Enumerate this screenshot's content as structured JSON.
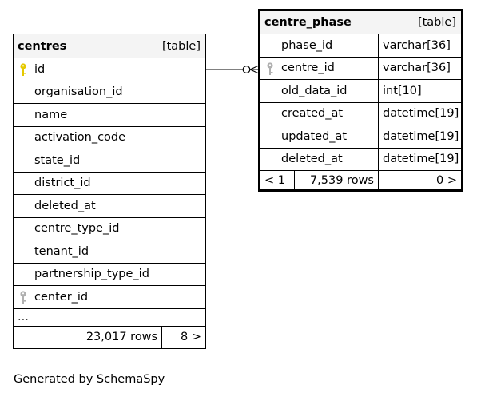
{
  "tables": {
    "centres": {
      "name": "centres",
      "kind": "[table]",
      "columns": [
        {
          "name": "id",
          "key": "primary"
        },
        {
          "name": "organisation_id"
        },
        {
          "name": "name"
        },
        {
          "name": "activation_code"
        },
        {
          "name": "state_id"
        },
        {
          "name": "district_id"
        },
        {
          "name": "deleted_at"
        },
        {
          "name": "centre_type_id"
        },
        {
          "name": "tenant_id"
        },
        {
          "name": "partnership_type_id"
        },
        {
          "name": "center_id",
          "key": "foreign"
        }
      ],
      "ellipsis": "...",
      "footer": {
        "parents": "",
        "rows": "23,017 rows",
        "children": "8 >"
      }
    },
    "centre_phase": {
      "name": "centre_phase",
      "kind": "[table]",
      "columns": [
        {
          "name": "phase_id",
          "type": "varchar[36]"
        },
        {
          "name": "centre_id",
          "type": "varchar[36]",
          "key": "foreign"
        },
        {
          "name": "old_data_id",
          "type": "int[10]"
        },
        {
          "name": "created_at",
          "type": "datetime[19]"
        },
        {
          "name": "updated_at",
          "type": "datetime[19]"
        },
        {
          "name": "deleted_at",
          "type": "datetime[19]"
        }
      ],
      "footer": {
        "parents": "< 1",
        "rows": "7,539 rows",
        "children": "0 >"
      }
    }
  },
  "relationship": {
    "from": "centres.id",
    "to": "centre_phase.centre_id"
  },
  "colors": {
    "primary_key": "#e5c900",
    "foreign_key": "#b0b0b0",
    "header_bg": "#f4f4f4"
  },
  "generated_by": "Generated by SchemaSpy"
}
